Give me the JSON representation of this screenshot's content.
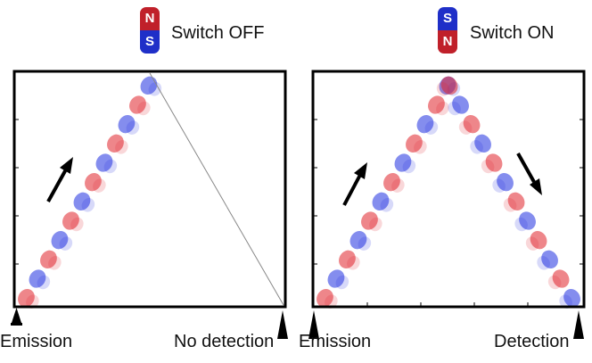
{
  "left_panel": {
    "switch_label": "Switch OFF",
    "magnet": {
      "top_pole": "N",
      "bottom_pole": "S",
      "top_color": "#c0202a",
      "bottom_color": "#1f2fc8"
    },
    "left_label": "Emission",
    "right_label": "No detection",
    "wave_on_left_edge": true,
    "wave_on_right_edge": false
  },
  "right_panel": {
    "switch_label": "Switch ON",
    "magnet": {
      "top_pole": "S",
      "bottom_pole": "N",
      "top_color": "#1f2fc8",
      "bottom_color": "#c0202a"
    },
    "left_label": "Emission",
    "right_label": "Detection",
    "wave_on_left_edge": true,
    "wave_on_right_edge": true
  },
  "colors": {
    "wave_red": "#e0232a",
    "wave_blue": "#1f2fe0",
    "frame": "#000000",
    "arrow": "#000000"
  }
}
